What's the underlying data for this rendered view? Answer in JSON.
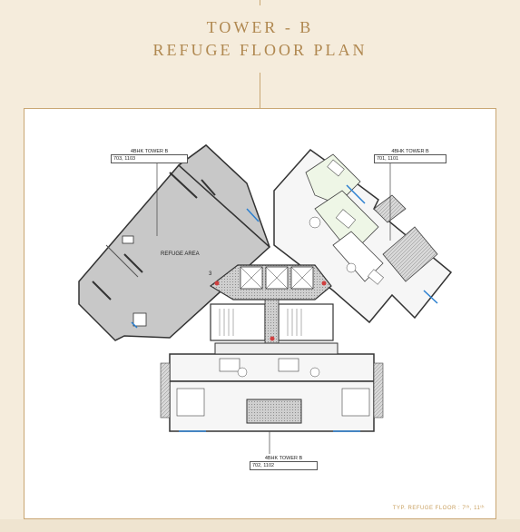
{
  "header": {
    "title_line1": "TOWER - B",
    "title_line2": "REFUGE FLOOR PLAN"
  },
  "plan": {
    "refuge_area_label": "REFUGE AREA",
    "stair_number": "3",
    "tags": {
      "left": {
        "title": "4BHK TOWER B",
        "units": "703, 1103"
      },
      "right": {
        "title": "4BHK TOWER B",
        "units": "701, 1101"
      },
      "bottom": {
        "title": "4BHK TOWER B",
        "units": "702, 1102"
      }
    },
    "floor_label": "TYP. REFUGE FLOOR : 7ᵗʰ, 11ᵗʰ"
  },
  "colors": {
    "title": "#b08850",
    "frame": "#c9a774",
    "refuge_fill": "#c8c8c8",
    "wall": "#333333"
  }
}
